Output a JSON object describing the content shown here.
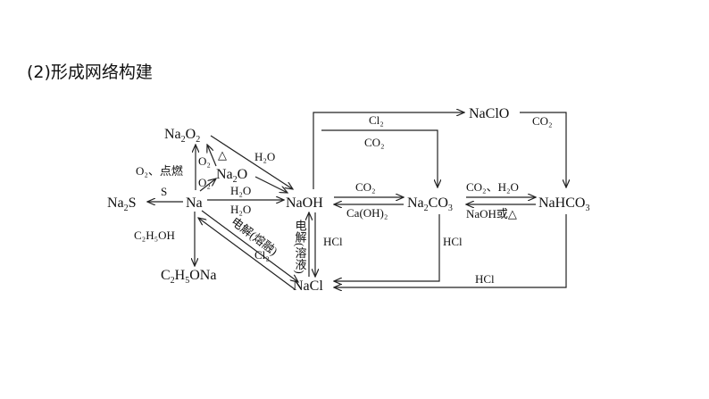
{
  "heading": "(2)形成网络构建",
  "nodes": {
    "na2o2": {
      "main": "Na",
      "s1": "2",
      "mid": "O",
      "s2": "2"
    },
    "na2o": {
      "main": "Na",
      "s1": "2",
      "mid": "O"
    },
    "na": "Na",
    "na2s": {
      "main": "Na",
      "s1": "2",
      "mid": "S"
    },
    "naoh": "NaOH",
    "na2co3": {
      "main": "Na",
      "s1": "2",
      "mid": "CO",
      "s2": "3"
    },
    "naclo": "NaClO",
    "nahco3": {
      "main": "NaHCO",
      "s1": "3"
    },
    "nacl": "NaCl",
    "c2h5ona": {
      "a": "C",
      "s1": "2",
      "b": "H",
      "s2": "5",
      "c": "ONa"
    }
  },
  "labels": {
    "o2_ignite": "O₂、点燃",
    "s": "S",
    "o2_a": "O₂",
    "o2_b": "O₂",
    "delta": "△",
    "h2o_1": "H₂O",
    "h2o_2": "H₂O",
    "h2o_3": "H₂O",
    "c2h5oh": "C₂H₅OH",
    "cl2_1": "Cl₂",
    "electrolysis_melt": "电解(熔融)",
    "electrolysis_sol": "电解(溶液)",
    "hcl_1": "HCl",
    "co2_1": "CO₂",
    "caoh2": "Ca(OH)₂",
    "cl2_2": "Cl₂",
    "co2_2": "CO₂",
    "hcl_2": "HCl",
    "co2_h2o": "CO₂、H₂O",
    "naoh_or_delta": "NaOH或△",
    "co2_3": "CO₂",
    "hcl_3": "HCl"
  }
}
